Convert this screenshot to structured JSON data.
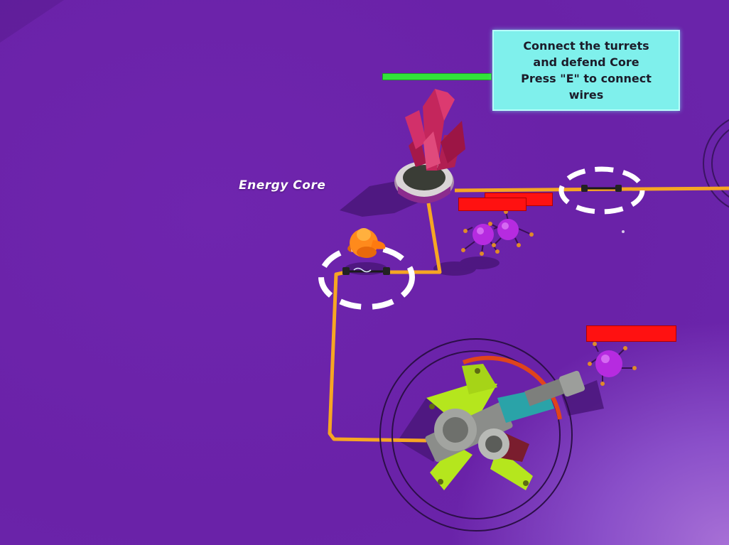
{
  "hud": {
    "objective_lines": [
      "Connect the turrets",
      "and defend Core",
      "Press \"E\" to connect",
      "wires"
    ],
    "core_label": "Energy Core"
  },
  "health_bars": {
    "core": {
      "fraction": 1.0,
      "color": "#32e33a"
    },
    "enemies": [
      {
        "name": "enemy-bug-1",
        "fraction": 1.0,
        "color": "#ff1111"
      },
      {
        "name": "enemy-bug-2",
        "fraction": 1.0,
        "color": "#ff1111"
      },
      {
        "name": "enemy-bug-3",
        "fraction": 1.0,
        "color": "#ff1111"
      }
    ]
  },
  "colors": {
    "ground": "#6a23a9",
    "wire": "#f6a623",
    "hint_panel": "#7ff0ec",
    "crystal": "#b3214f",
    "turret_accent": "#b5e61d",
    "enemy": "#b62be0",
    "player": "#ff8a1c"
  }
}
